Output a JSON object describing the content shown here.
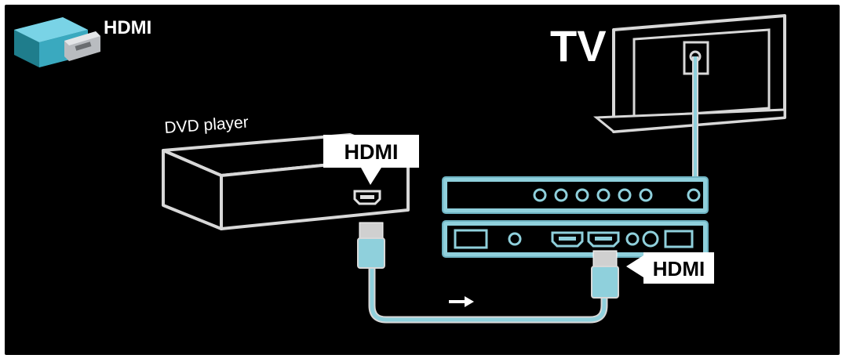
{
  "labels": {
    "corner": "HDMI",
    "tv": "TV",
    "dvd": "DVD player",
    "dvd_callout": "HDMI",
    "tv_callout": "HDMI"
  },
  "icons": {
    "corner": "hdmi-plug-icon",
    "flow": "arrow-right-icon"
  },
  "colors": {
    "background": "#000000",
    "panel": "#8fd0dc",
    "cable": "#8fd0dc",
    "outline": "#d8d8d8",
    "callout": "#ffffff"
  }
}
